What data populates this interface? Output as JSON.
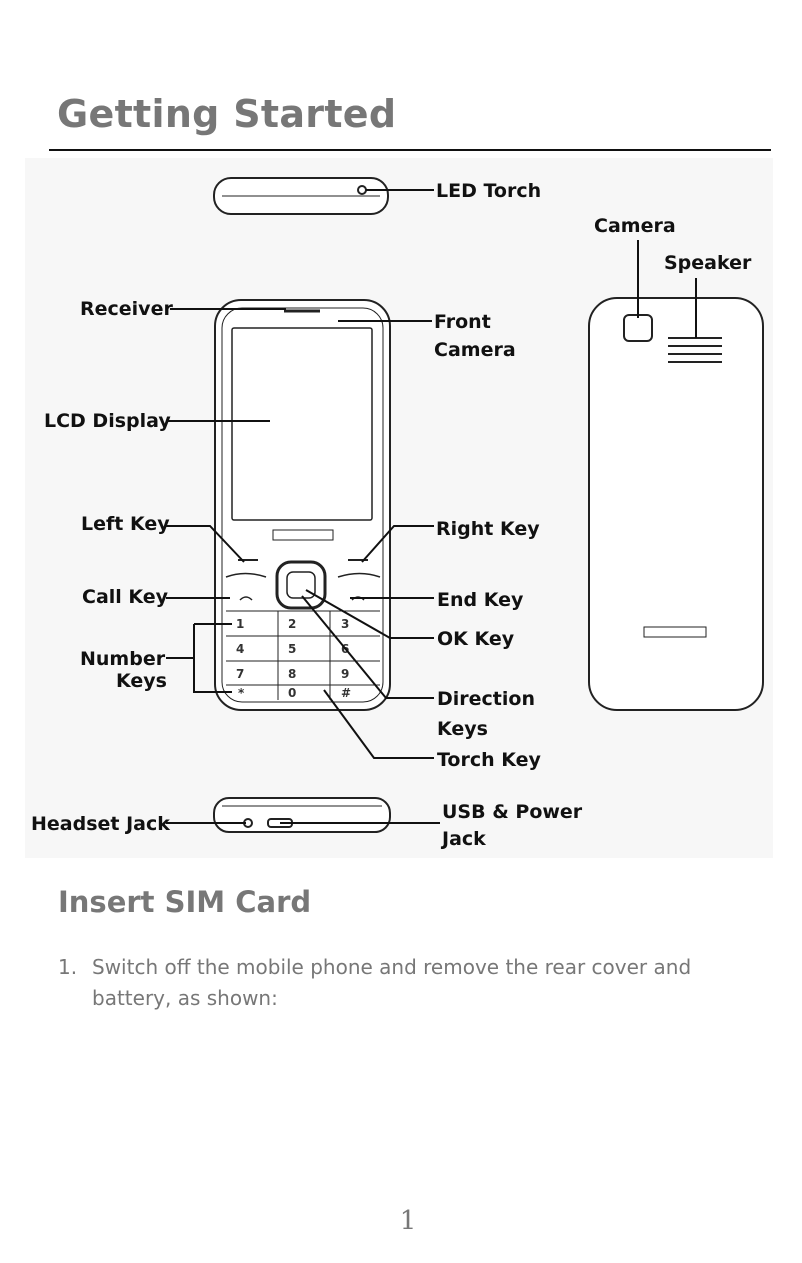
{
  "page": {
    "title": "Getting Started",
    "section_title": "Insert SIM Card",
    "step_number": "1.",
    "step_text": "Switch off the mobile phone and remove the rear cover and battery, as shown:",
    "page_number": "1"
  },
  "diagram": {
    "labels": {
      "led_torch": "LED Torch",
      "camera": "Camera",
      "speaker": "Speaker",
      "receiver": "Receiver",
      "front_camera_1": "Front",
      "front_camera_2": "Camera",
      "lcd_display": "LCD Display",
      "left_key": "Left Key",
      "right_key": "Right Key",
      "call_key": "Call Key",
      "end_key": "End Key",
      "number_keys_1": "Number",
      "number_keys_2": "Keys",
      "ok_key": "OK Key",
      "direction_keys_1": "Direction",
      "direction_keys_2": "Keys",
      "torch_key": "Torch Key",
      "headset_jack": "Headset Jack",
      "usb_power_jack_1": "USB & Power",
      "usb_power_jack_2": "Jack"
    },
    "keypad": [
      "1",
      "2",
      "3",
      "4",
      "5",
      "6",
      "7",
      "8",
      "9",
      "*",
      "0",
      "#"
    ]
  }
}
